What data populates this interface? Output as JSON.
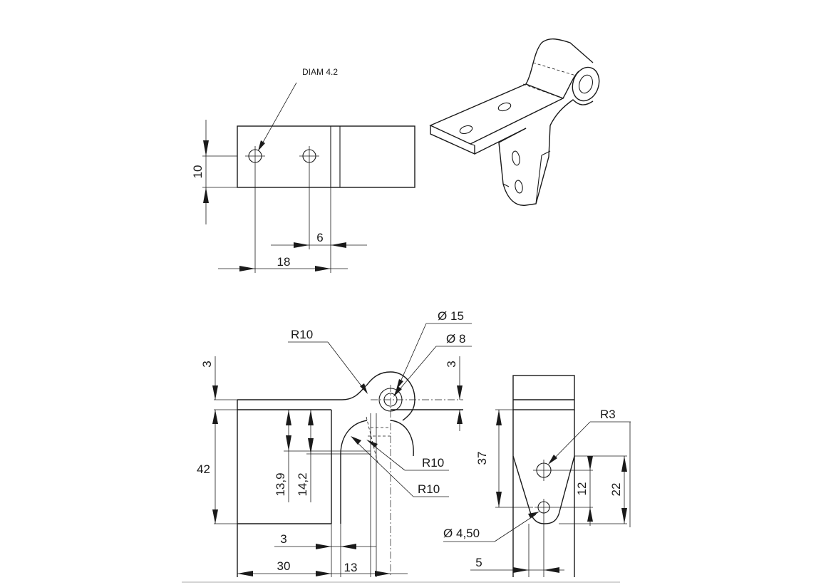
{
  "top_view": {
    "hole_note": "DIAM 4.2",
    "dim_height": "10",
    "dim_edge": "6",
    "dim_spacing": "18"
  },
  "front_view": {
    "dim_outer_dia": "15",
    "dim_inner_dia": "8",
    "dim_fillet_top": "R10",
    "dim_thk_left": "3",
    "dim_thk_right": "3",
    "dim_height": "42",
    "dim_13_9": "13,9",
    "dim_14_2": "14,2",
    "dim_fillet_mid": "R10",
    "dim_fillet_low": "R10",
    "dim_web_thk": "3",
    "dim_30": "30",
    "dim_13": "13"
  },
  "side_view": {
    "dim_r3": "R3",
    "dim_37": "37",
    "dim_12": "12",
    "dim_22": "22",
    "dim_dia_450": "4,50",
    "dim_5": "5"
  },
  "symbols": {
    "diameter": "Ø"
  }
}
